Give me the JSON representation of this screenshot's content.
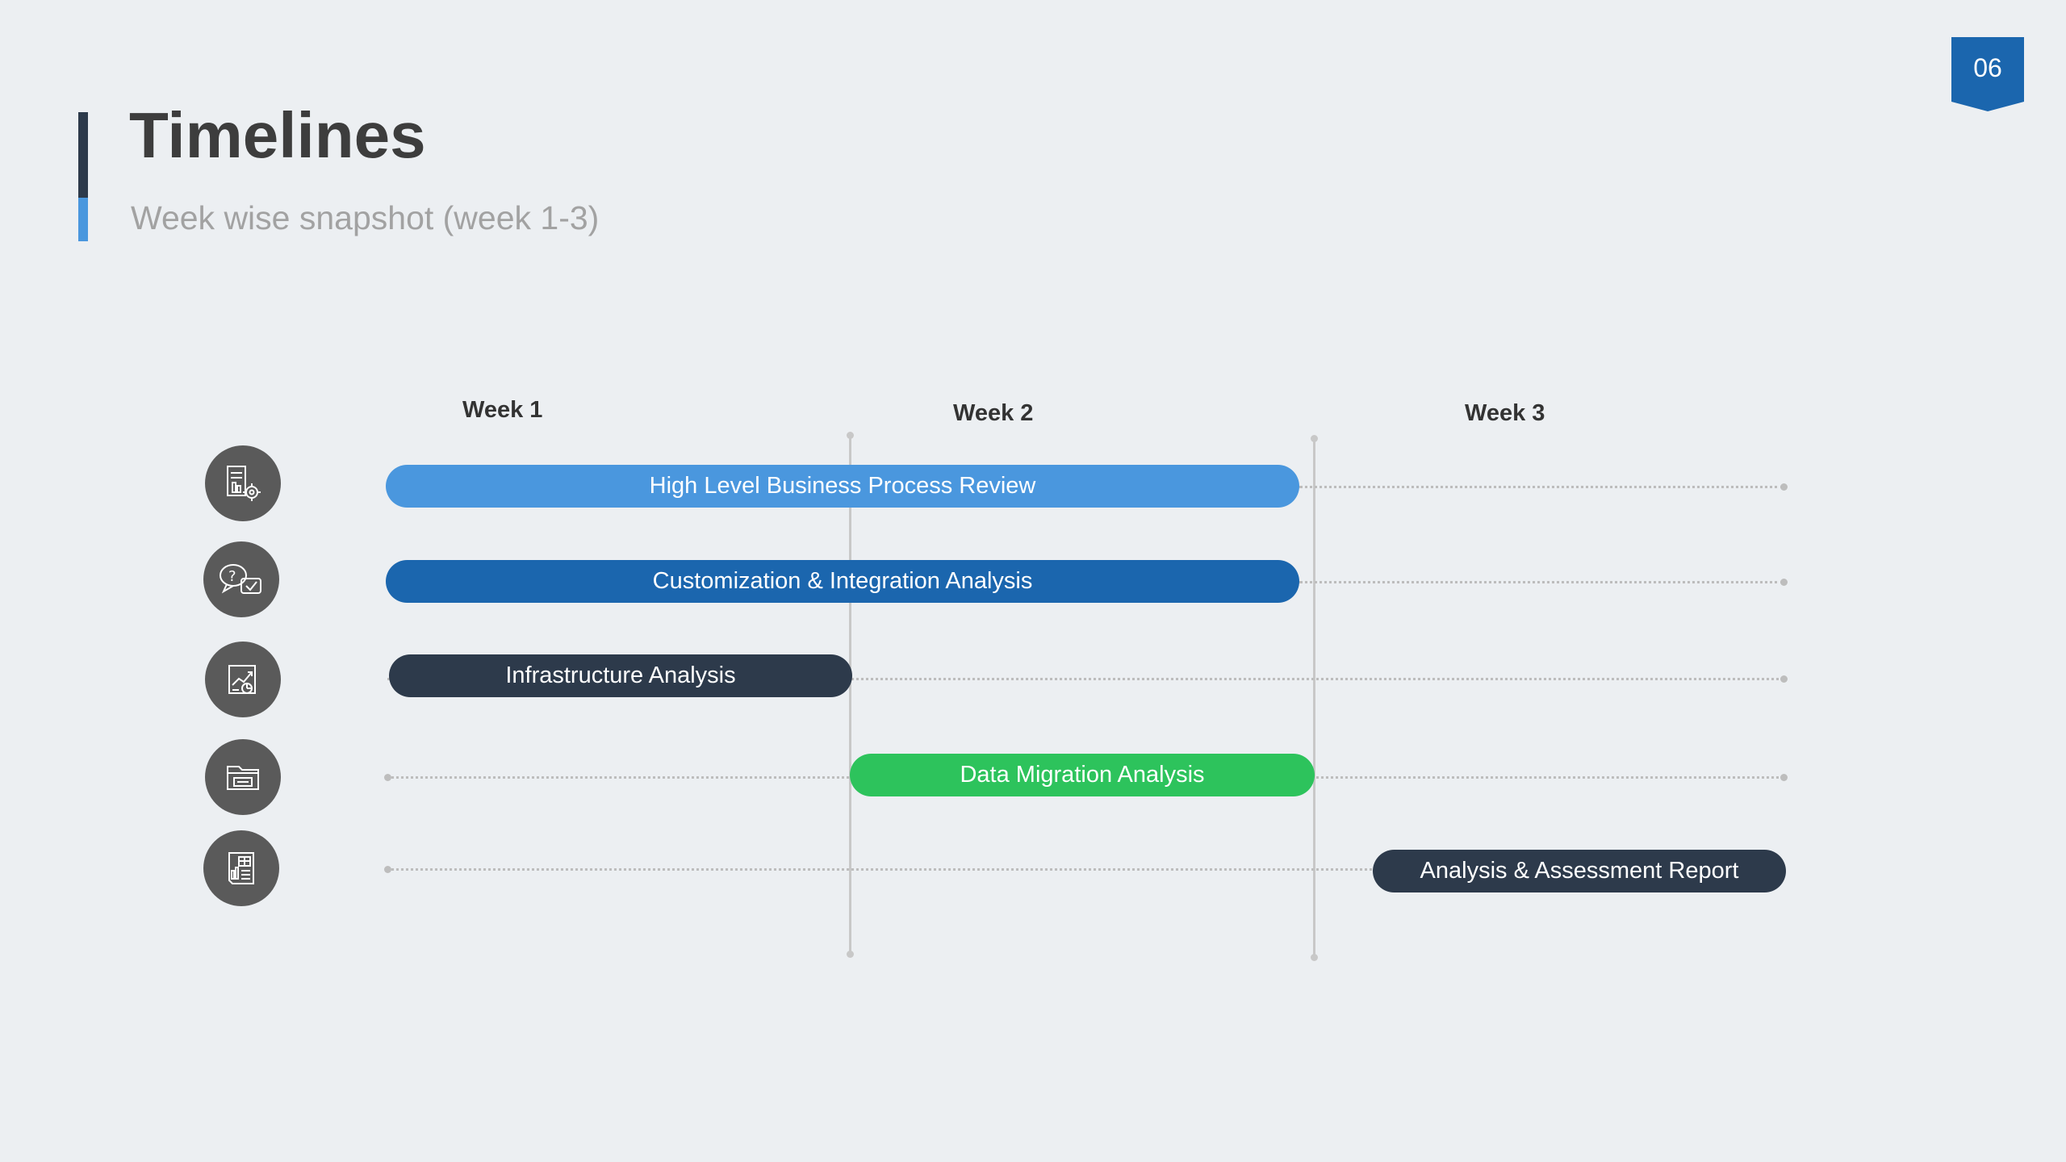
{
  "header": {
    "title": "Timelines",
    "subtitle": "Week wise snapshot (week 1-3)",
    "page_number": "06"
  },
  "timeline": {
    "weeks": [
      "Week 1",
      "Week 2",
      "Week 3"
    ],
    "tasks": [
      {
        "label": "High Level Business Process Review",
        "icon": "process-document-gear-icon",
        "color": "#4A97DE"
      },
      {
        "label": "Customization & Integration Analysis",
        "icon": "question-chat-check-icon",
        "color": "#1B66AE"
      },
      {
        "label": "Infrastructure Analysis",
        "icon": "chart-analysis-icon",
        "color": "#2D3A4B"
      },
      {
        "label": "Data Migration  Analysis",
        "icon": "data-folder-icon",
        "color": "#2DC35C"
      },
      {
        "label": "Analysis & Assessment Report",
        "icon": "report-document-icon",
        "color": "#2D3A4B"
      }
    ]
  },
  "colors": {
    "accent_dark": "#2D3A4B",
    "accent_light": "#4A97DE",
    "badge": "#1B66AE",
    "icon_circle": "#5A5A5A"
  }
}
